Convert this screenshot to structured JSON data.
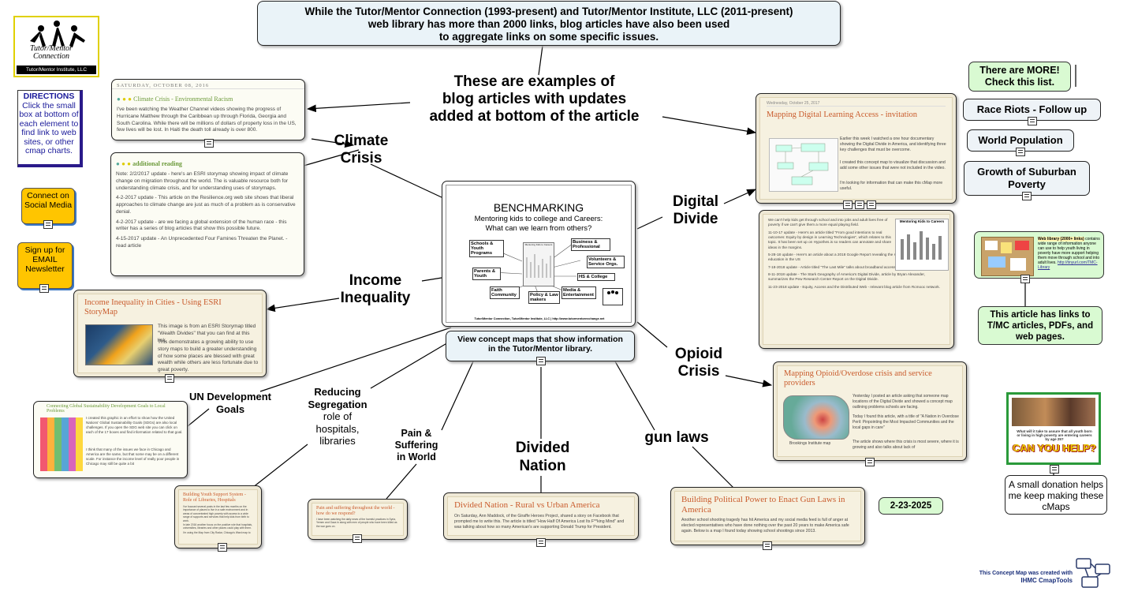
{
  "header": {
    "line1": "While the Tutor/Mentor Connection (1993-present) and Tutor/Mentor Institute, LLC (2011-present)",
    "line2": "web library has more than 2000 links, blog articles have also been used",
    "line3": "to aggregate links on some specific issues."
  },
  "logo": {
    "name": "Tutor/Mentor Connection",
    "org": "Tutor/Mentor Institute, LLC"
  },
  "directions": {
    "title": "DIRECTIONS",
    "text": "Click the small box at bottom of each element to find link to web sites, or other cmap charts."
  },
  "left_buttons": {
    "social": "Connect on Social Media",
    "newsletter": "Sign up for EMAIL Newsletter"
  },
  "examples_heading": {
    "line1": "These are examples of",
    "line2": "blog articles with updates",
    "line3": "added at bottom of the article"
  },
  "topics": {
    "climate": [
      "Climate",
      "Crisis"
    ],
    "income": [
      "Income",
      "Inequality"
    ],
    "digital": [
      "Digital",
      "Divide"
    ],
    "opioid": [
      "Opioid",
      "Crisis"
    ],
    "un": [
      "UN Development",
      "Goals"
    ],
    "segregation": [
      "Reducing",
      "Segregation",
      "role of",
      "hospitals,",
      "libraries"
    ],
    "pain": [
      "Pain &",
      "Suffering",
      "in World"
    ],
    "divided": [
      "Divided",
      "Nation"
    ],
    "gun": "gun laws"
  },
  "center": {
    "title": "BENCHMARKING",
    "subtitle1": "Mentoring kids to college and Careers:",
    "subtitle2": "What can we learn from others?",
    "nodes": {
      "schools": "Schools & Youth Programs",
      "business": "Business & Professional",
      "volunteers": "Volunteers & Service Orgs.",
      "parents": "Parents & Youth",
      "hs": "HS & College",
      "faith": "Faith Community",
      "policy": "Policy & Law makers",
      "media": "Media & Entertainment",
      "mid": "Mentoring Kids to Careers"
    },
    "footer": "Tutor/Mentor Connection, Tutor/Mentor Institute, LLC | http://www.tutormentorexchange.net",
    "caption1": "View concept maps that show information",
    "caption2": "in the Tutor/Mentor library."
  },
  "climate_article": {
    "date": "SATURDAY, OCTOBER 08, 2016",
    "title": "Climate Crisis - Environmental Racism",
    "body": "I've been watching the Weather Channel videos showing the progress of Hurricane Matthew through the Caribbean up through Florida, Georgia and South Carolina. While there will be millions of dollars of property loss in the US, few lives will be lost. In Haiti the death toll already is over 800."
  },
  "climate_reading": {
    "title": "additional reading",
    "p1": "Note: 2/2/2017 update - here's an ESRI storymap showing impact of climate change on migration throughout the world. The is valuable resource both for understanding climate crisis, and for understanding uses of storymaps.",
    "p2": "4-2-2017 update - This article on the Resilience.org web site shows that liberal approaches to climate change are just as much of a problem as is conservative denial.",
    "p3": "4-2-2017 update - are we facing a global extension of the human race - this writer has a series of blog articles that show this possible future.",
    "p4": "4-15-2017 update - An Unprecedented Four Famines Threaten the Planet. - read article"
  },
  "income_article": {
    "title": "Income Inequality in Cities - Using ESRI StoryMap",
    "p1": "This image is from an ESRI Storymap titled \"Wealth Divides\" that you can find at this link.",
    "p2": "This demonstrates a growing ability to use story maps to build a greater understanding of how some places are blessed with great wealth while others are less fortunate due to great poverty."
  },
  "un_article": {
    "title": "Connecting Global Sustainability Development Goals to Local Problems",
    "p1": "I created this graphic in an effort to show how the United Nations' Global Sustainability Goals (SDGs) are also local challenges. If you open the SDG web site you can click on each of the 17 boxes and find information related to that goal.",
    "p2": "I think that many of the issues we face in Chicago and America are the same, but that some may be on a different scale. For instance the income level of really poor people in Chicago may still be quite a bit"
  },
  "segregation_article": {
    "title": "Building Youth Support System - Role of Libraries, Hospitals",
    "body": "I've focused several posts in the last few months on the importance of places to live in a safe environment and in areas of concentrated high poverty with access to a wide range of supports and services that help kids from birth to work.",
    "p2": "In late 2016 another focus on the positive role that hospitals, universities, libraries and other places could play with them.",
    "p3": "I'm using the Map from City Radar, Chicago's Ward map to"
  },
  "pain_article": {
    "title": "Pain and suffering throughout the world - how do we respond?",
    "body": "I have been watching the daily news of the harmful practices in Syria, Yemen and Gaza in along with men of people who have been killed as the war goes on."
  },
  "divided_article": {
    "title": "Divided Nation - Rural vs Urban America",
    "body": "On Saturday, Ann Maddock, of the Giraffe Heroes Project, shared a story on Facebook that prompted me to write this. The article is titled \"How Half Of America Lost Its F**king Mind\" and was talking about how so many American's are supporting Donald Trump for President."
  },
  "gun_article": {
    "title": "Building Political Power to Enact Gun Laws in America",
    "body": "Another school shooting tragedy has hit America and my social media feed is full of anger at elected representatives who have done nothing over the past 20 years to make America safe again. Below is a map I found today showing school shootings since 2013."
  },
  "digital_article": {
    "date": "Wednesday, October 25, 2017",
    "title": "Mapping Digital Learning Access - invitation",
    "p1": "Earlier this week I watched a one hour documentary showing the Digital Divide in America, and identifying three key challenges that must be overcome.",
    "p2": "I created this concept map to visualize that discussion and add some other issues that were not included in the video.",
    "p3": "I'm looking for information that can make this cMap more useful."
  },
  "digital_updates": {
    "p0": "We can't help kids get through school and into jobs and adult lives free of poverty if we can't give them a more equal playing field.",
    "p1": "11-10-17 update - Here's an article titled \"From good intentions to real outcomes: Equity by design in Learning Technologies\", which relates to this topic. It has been set up on Hypothes.is so readers can annotate and share ideas in the margins.",
    "p2": "5-28-18 update - Here's an article about a 2018 Google Report revealing the state of CS education in the US",
    "p3": "7-18-2018 update - Article titled \"The Last Mile\" talks about broadband access in rural areas of US.",
    "p4": "8-11-2018 update - The Stark Geography of America's Digital Divide, article by Bryan Alexander, summarizes the Pew Research Center Report on the Digital Divide.",
    "p5": "11-23-2018 update - Equity, Access and the Distributed Web - relevant blog article from Rcmooc network.",
    "thumb_title": "Mentoring Kids to Careers"
  },
  "opioid_article": {
    "title": "Mapping Opioid/Overdose crisis and service providers",
    "p1": "Yesterday I posted an article asking that someone map locations of the Digital Divide and showed a concept map outlining problems schools are facing.",
    "p2": "Today I found this article, with a title of \"A Nation in Overdose Peril: Pinpointing the Most Impacted Communities and the local gaps in care\"",
    "p3": "The article shows where this crisis is most severe, where it is growing and also talks about lack of",
    "caption": "Brookings Institute map"
  },
  "right_panel": {
    "more": "There are MORE! Check this list.",
    "race": "Race Riots - Follow up",
    "population": "World Population",
    "suburban": "Growth of Suburban Poverty",
    "library_title": "Web library (2000+ links)",
    "library_body": "contains wide range of information anyone can use to help youth living in poverty have more support helping them move through school and into adult lives.",
    "library_link": "http://tinyurl.com/TMC-Library",
    "article_links": "This article has links to T/MC articles, PDFs, and web pages.",
    "donation": "A small donation helps me keep making these cMaps",
    "poster_text1": "What will it take to assure that all youth born or living in high poverty are entering careers by age 25?",
    "poster_text2": "CAN YOU HELP?",
    "date": "2-23-2025"
  },
  "footer": {
    "line1": "This Concept Map was created with",
    "line2": "IHMC CmapTools"
  },
  "colors": {
    "header_bg": "#eaf3f8",
    "green_box": "#d9fad2",
    "orange_box": "#ffc500",
    "article_title": "#c95b2c",
    "footer_blue": "#1a2f7a"
  }
}
